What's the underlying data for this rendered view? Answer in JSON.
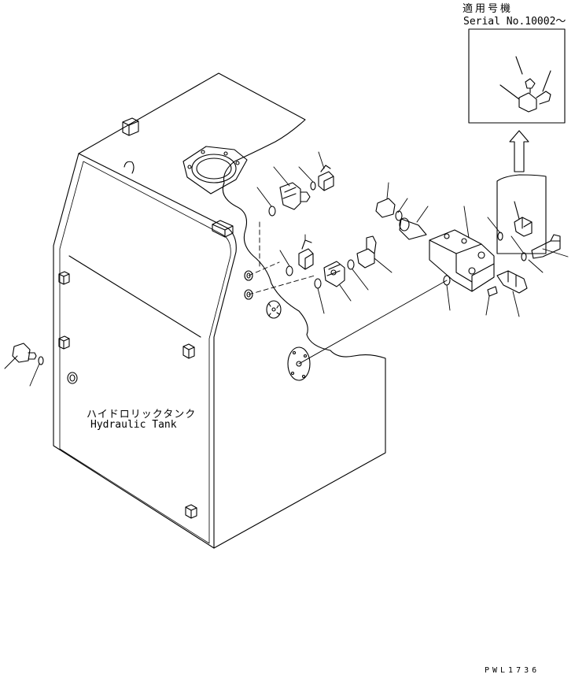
{
  "serial_note": {
    "japanese": "適用号機",
    "serial": "Serial No.10002～"
  },
  "tank_label": {
    "japanese": "ハイドロリックタンク",
    "english": "Hydraulic Tank"
  },
  "drawing_code": "PWL1736",
  "colors": {
    "line": "#000000",
    "background": "#ffffff"
  }
}
